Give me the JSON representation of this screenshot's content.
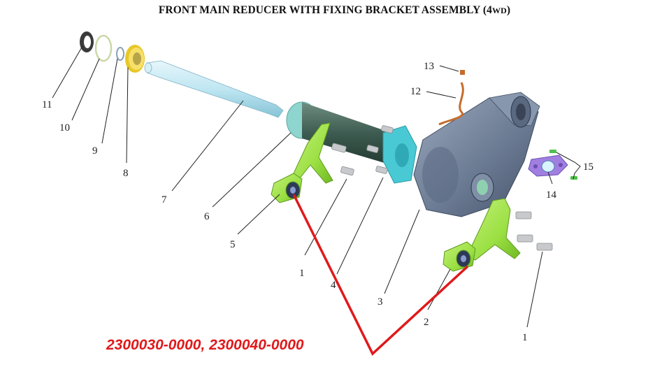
{
  "title": {
    "main": "FRONT MAIN REDUCER WITH FIXING BRACKET ASSEMBLY (4",
    "suffix": "WD",
    "close": ")"
  },
  "callouts": {
    "c1a": "1",
    "c1b": "1",
    "c2": "2",
    "c3": "3",
    "c4": "4",
    "c5": "5",
    "c6": "6",
    "c7": "7",
    "c8": "8",
    "c9": "9",
    "c10": "10",
    "c11": "11",
    "c12": "12",
    "c13": "13",
    "c14": "14",
    "c15": "15"
  },
  "part_numbers": "2300030-0000, 2300040-0000",
  "colors": {
    "bracket": "#9be043",
    "shaft": "#bfe6f2",
    "tube": "#3d5b50",
    "flange": "#49c9d4",
    "housing": "#6b7b93",
    "bearing": "#f2d437",
    "highlight": "#e0191b",
    "bracket_plate": "#a17fe0"
  }
}
